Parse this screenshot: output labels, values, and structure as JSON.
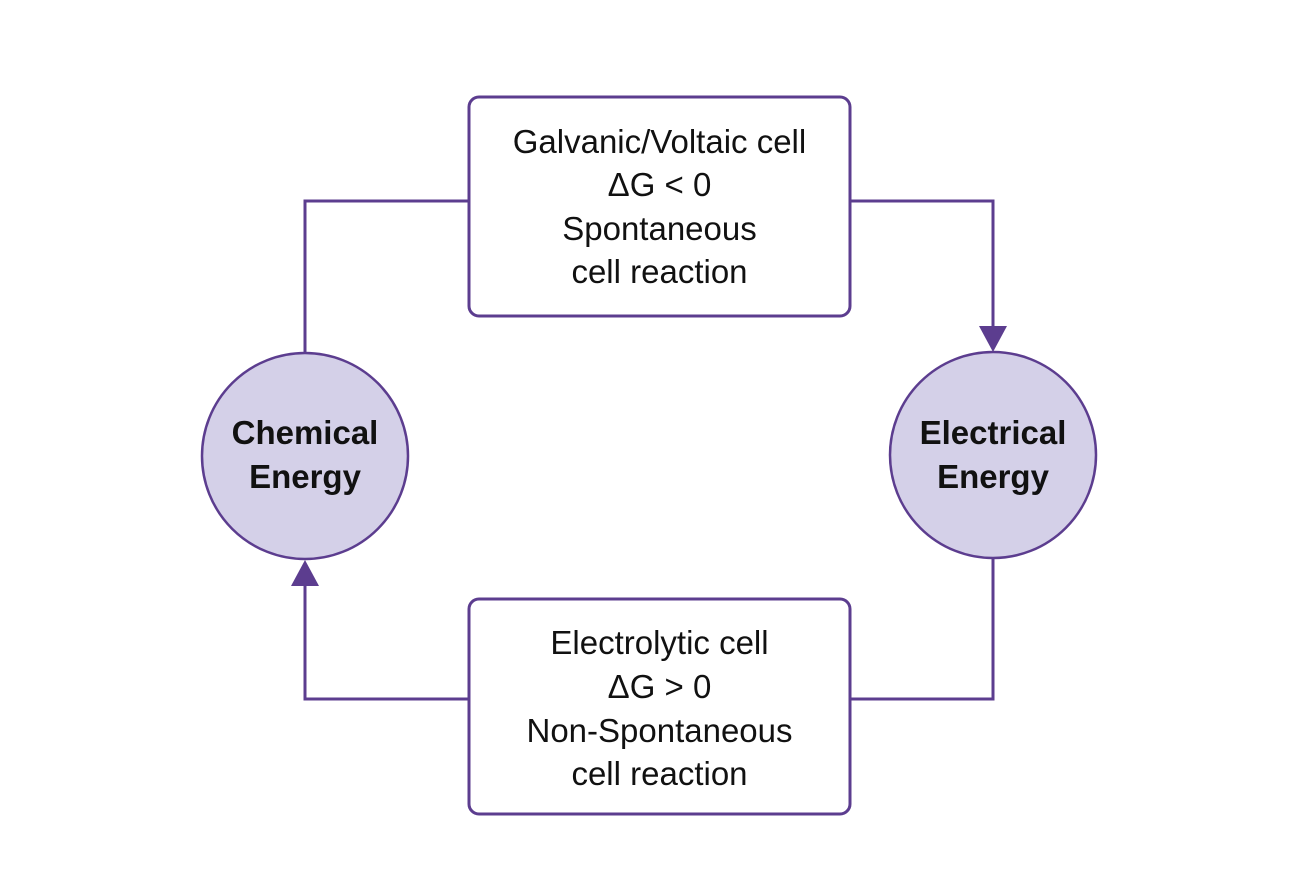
{
  "colors": {
    "stroke": "#5c3d8f",
    "circle_fill": "#d4d0e8",
    "text": "#111111"
  },
  "top_box": {
    "lines": [
      "Galvanic/Voltaic cell",
      "ΔG < 0",
      "Spontaneous",
      "cell reaction"
    ]
  },
  "bottom_box": {
    "lines": [
      "Electrolytic cell",
      "ΔG > 0",
      "Non-Spontaneous",
      "cell reaction"
    ]
  },
  "left_node": {
    "lines": [
      "Chemical",
      "Energy"
    ]
  },
  "right_node": {
    "lines": [
      "Electrical",
      "Energy"
    ]
  }
}
